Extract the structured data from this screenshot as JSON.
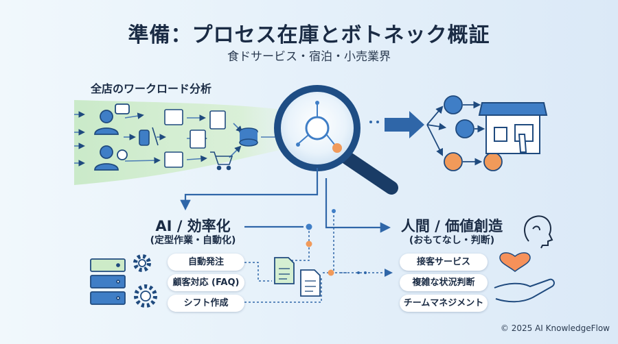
{
  "title": "準備：プロセス在庫とボトネック概証",
  "subtitle": "食ドサービス・宿泊・小売業界",
  "workload": {
    "label": "全店のワークロード分析"
  },
  "ai": {
    "heading": "AI / 効率化",
    "subheading": "(定型作業・自動化)",
    "tasks": [
      "自動発注",
      "顧客対応 (FAQ)",
      "シフト作成"
    ]
  },
  "human": {
    "heading": "人間 / 価値創造",
    "subheading": "(おもてなし・判断)",
    "tasks": [
      "接客サービス",
      "複雑な状況判断",
      "チームマネジメント"
    ]
  },
  "copyright": "© 2025 AI KnowledgeFlow",
  "colors": {
    "navy": "#1f4a7e",
    "blue": "#3f7ec6",
    "orange": "#f19a5a",
    "green": "#cfeccd",
    "heart": "#f6915a"
  }
}
